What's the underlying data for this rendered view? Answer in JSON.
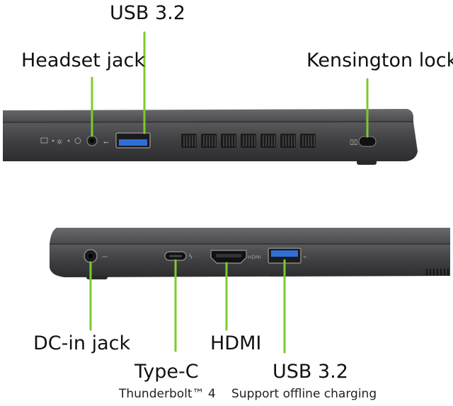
{
  "top_labels": {
    "usb_top": "USB 3.2",
    "headset": "Headset jack",
    "kensington": "Kensington lock"
  },
  "bottom_labels": {
    "dc_in": "DC-in jack",
    "type_c": "Type-C",
    "type_c_sub": "Thunderbolt™ 4",
    "hdmi": "HDMI",
    "usb_bottom": "USB 3.2",
    "usb_bottom_sub": "Support offline charging"
  },
  "colors": {
    "callout_line": "#7ccb2a",
    "chassis": "#4a4a4d",
    "chassis_light": "#6b6b6f",
    "usb_blue": "#2f6fd6"
  }
}
